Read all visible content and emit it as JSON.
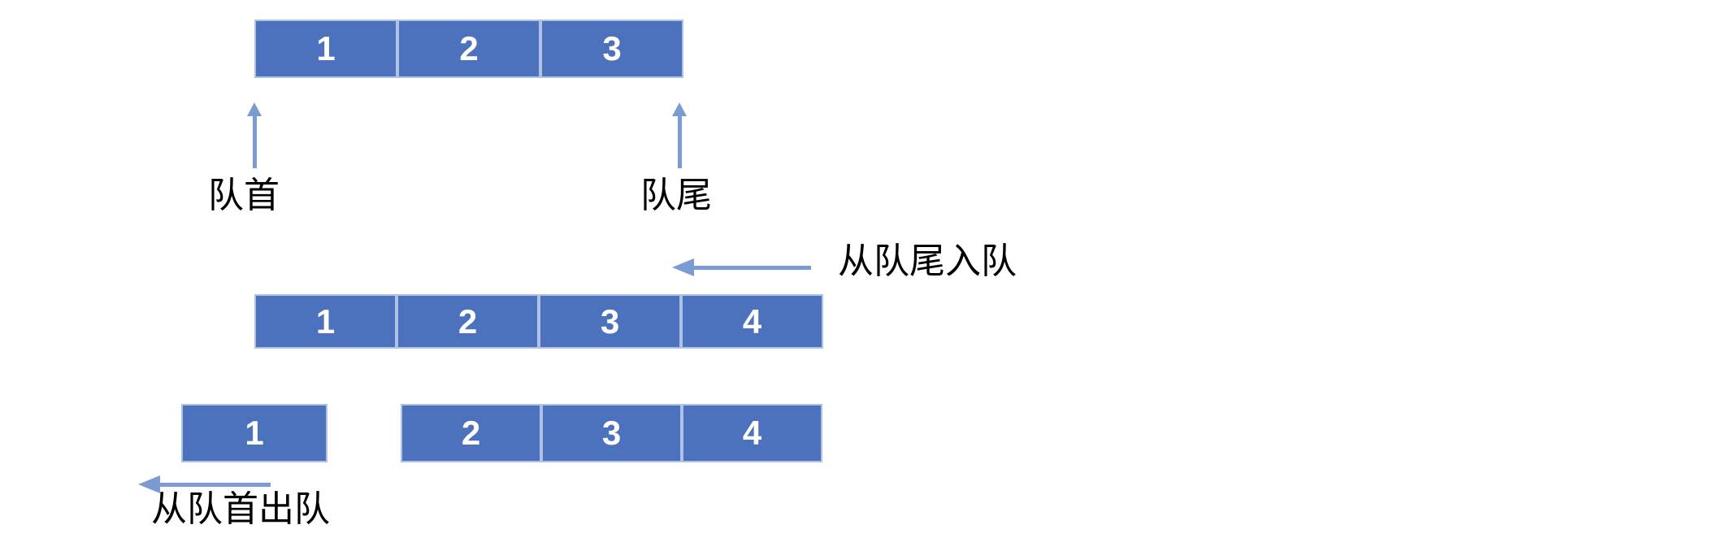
{
  "colors": {
    "cell_fill": "#4C72BE",
    "cell_border": "#AEC2E8",
    "arrow": "#7B9CD3",
    "label_text": "#000000",
    "digit_text": "#FFFFFF",
    "background": "#FFFFFF"
  },
  "queue_initial": {
    "cells": [
      "1",
      "2",
      "3"
    ],
    "front_label": "队首",
    "rear_label": "队尾"
  },
  "queue_after_enqueue": {
    "cells": [
      "1",
      "2",
      "3",
      "4"
    ],
    "annotation": "从队尾入队"
  },
  "queue_after_dequeue": {
    "removed_cell": "1",
    "cells": [
      "2",
      "3",
      "4"
    ],
    "annotation": "从队首出队"
  }
}
